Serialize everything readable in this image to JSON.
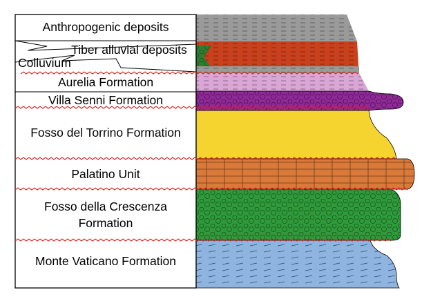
{
  "labels": {
    "anthropogenic": "Anthropogenic deposits",
    "tiber": "Tiber alluvial deposits",
    "colluvium": "Colluvium",
    "aurelia": "Aurelia Formation",
    "villa_senni": "Villa Senni Formation",
    "fosso_torrino": "Fosso del Torrino Formation",
    "palatino": "Palatino Unit",
    "fosso_crescenza_1": "Fosso della Crescenza",
    "fosso_crescenza_2": "Formation",
    "monte_vaticano": "Monte Vaticano Formation"
  },
  "colors": {
    "anthropogenic": "#9a9a9a",
    "tiber": "#c8401c",
    "colluvium": "#2e7d32",
    "aurelia": "#d9a6d6",
    "villa_senni": "#8e2a96",
    "fosso_torrino": "#f5d430",
    "palatino": "#d97a3a",
    "fosso_crescenza": "#2e9a3a",
    "monte_vaticano": "#8fb4e0",
    "unconformity": "#e0201e"
  }
}
